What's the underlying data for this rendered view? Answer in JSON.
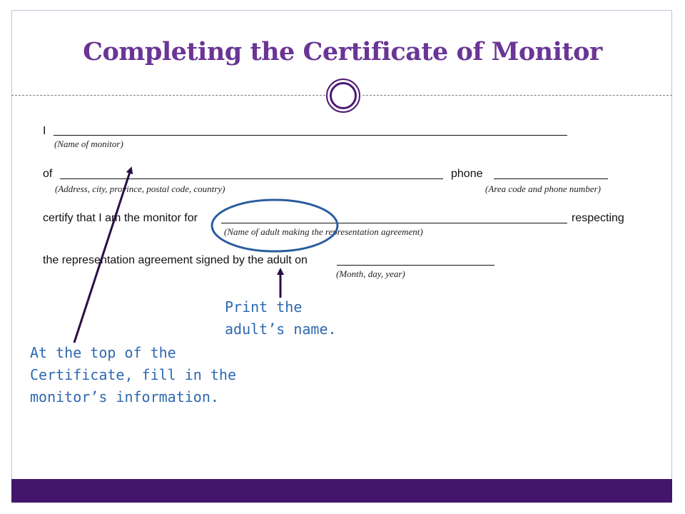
{
  "slide": {
    "title": "Completing the Certificate of Monitor"
  },
  "form": {
    "line1_lead": "I",
    "line1_hint": "(Name of monitor)",
    "line2_lead": "of",
    "line2_phone_label": "phone",
    "line2_hint_address": "(Address, city, province, postal code, country)",
    "line2_hint_phone": "(Area code and phone number)",
    "line3_lead": "certify that I am the monitor for",
    "line3_trail": "respecting",
    "line3_hint": "(Name of adult making the representation agreement)",
    "line4_lead": "the representation agreement signed by the adult on",
    "line4_hint": "(Month, day, year)"
  },
  "annotations": {
    "adult_note_line1": "Print the",
    "adult_note_line2": "adult’s name.",
    "monitor_note_line1": "At the top of the",
    "monitor_note_line2": "Certificate, fill in the",
    "monitor_note_line3": "monitor’s information."
  },
  "colors": {
    "title": "#6a3596",
    "footer_bar": "#43156b",
    "ornament": "#4b1870",
    "note_text": "#2e68b0",
    "highlight_circle": "#2a5d9e",
    "arrows": "#2a0f45"
  },
  "icons": {
    "ornament": "double-ring-ornament-icon"
  }
}
